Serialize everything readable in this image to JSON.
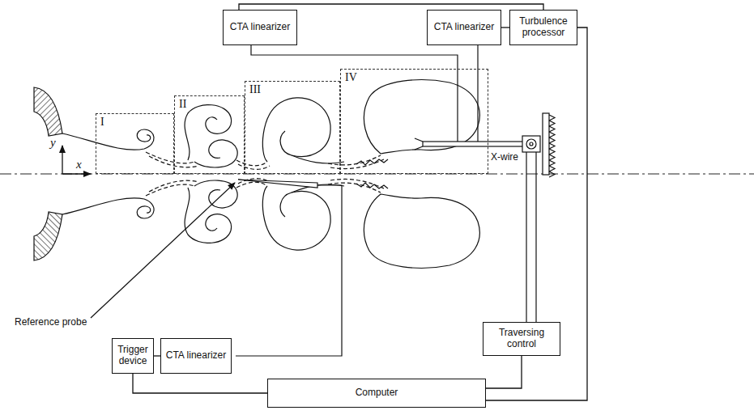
{
  "diagram": {
    "nodes": [
      {
        "text": [
          "CTA linearizer"
        ]
      },
      {
        "text": [
          "CTA linearizer"
        ]
      },
      {
        "text": [
          "Turbulence processor"
        ]
      },
      {
        "text": [
          "I"
        ]
      },
      {
        "text": [
          "II"
        ]
      },
      {
        "text": [
          "III"
        ]
      },
      {
        "text": [
          "IV"
        ]
      },
      {
        "text": [
          "Traversing control"
        ]
      },
      {
        "text": [
          "Trigger device"
        ]
      },
      {
        "text": [
          "CTA linearizer"
        ]
      },
      {
        "text": [
          "Computer"
        ]
      }
    ],
    "edges": [
      {
        "from": 0,
        "to": 2,
        "arrow": "none"
      },
      {
        "from": 1,
        "to": 2,
        "arrow": "none"
      },
      {
        "from": 2,
        "to": 10,
        "arrow": "none"
      },
      {
        "from": 7,
        "to": 10,
        "arrow": "none"
      },
      {
        "from": 8,
        "to": 9,
        "arrow": "none"
      },
      {
        "from": 8,
        "to": 10,
        "arrow": "none"
      }
    ],
    "labels": [
      "y",
      "x",
      "X-wire",
      "Reference probe"
    ]
  }
}
